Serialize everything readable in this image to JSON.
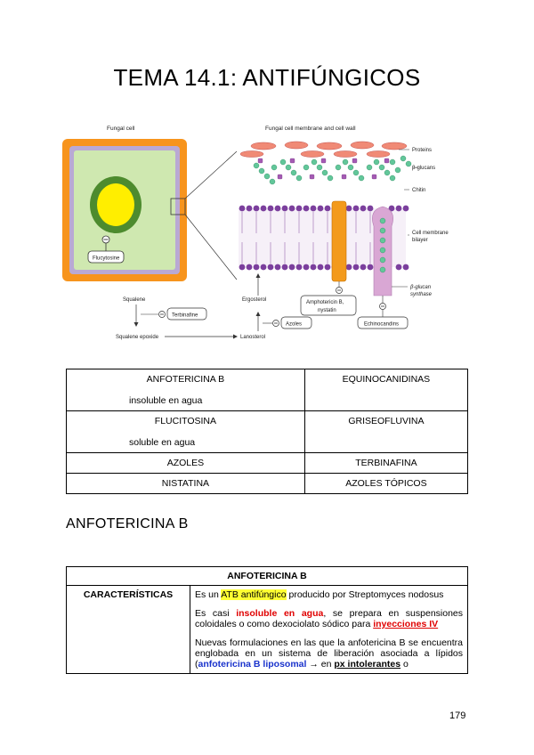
{
  "title": "TEMA 14.1: ANTIFÚNGICOS",
  "figure": {
    "label_fungal_cell": "Fungal cell",
    "label_membrane_wall": "Fungal cell membrane and cell wall",
    "label_proteins": "Proteins",
    "label_beta_glucans": "β-glucans",
    "label_chitin": "Chitin",
    "label_membrane_line1": "Cell membrane",
    "label_membrane_line2": "bilayer",
    "label_synthase_line1": "β-glucan",
    "label_synthase_line2": "synthase",
    "label_flucytosine": "Flucytosine",
    "label_squalene": "Squalene",
    "label_terbinafine": "Terbinafine",
    "label_squalene_epoxide": "Squalene epoxide",
    "label_lanosterol": "Lanosterol",
    "label_azoles": "Azoles",
    "label_ergosterol": "Ergosterol",
    "label_amphotericin_line1": "Amphotericin B,",
    "label_amphotericin_line2": "nystatin",
    "label_echinocandins": "Echinocandins",
    "colors": {
      "cell_wall": "#f7941d",
      "cytoplasm": "#cfe8b0",
      "nucleus_ring": "#4d8b2e",
      "nucleus_core": "#ffee00",
      "membrane_head": "#7b3f9d",
      "glucan": "#62c79a",
      "protein": "#f08a76",
      "channel": "#f39a1c",
      "synthase": "#d9a7d4"
    }
  },
  "drug_table": {
    "rows": [
      [
        {
          "name": "ANFOTERICINA B",
          "note": "insoluble en agua"
        },
        {
          "name": "EQUINOCANIDINAS",
          "note": ""
        }
      ],
      [
        {
          "name": "FLUCITOSINA",
          "note": "soluble en agua"
        },
        {
          "name": "GRISEOFLUVINA",
          "note": ""
        }
      ],
      [
        {
          "name": "AZOLES",
          "note": ""
        },
        {
          "name": "TERBINAFINA",
          "note": ""
        }
      ],
      [
        {
          "name": "NISTATINA",
          "note": ""
        },
        {
          "name": "AZOLES TÓPICOS",
          "note": ""
        }
      ]
    ]
  },
  "section_heading": "ANFOTERICINA B",
  "amph_table": {
    "header": "ANFOTERICINA B",
    "label": "CARACTERÍSTICAS",
    "p1": {
      "a": "Es un ",
      "hl": "ATB antifúngico",
      "b": " producido por Streptomyces nodosus"
    },
    "p2": {
      "a": "Es casi ",
      "red": "insoluble en agua",
      "b": ", se prepara en suspensiones coloidales o como dexociolato sódico para ",
      "redu": "inyecciones IV"
    },
    "p3": {
      "a": "Nuevas formulaciones en las que la anfotericina B se encuentra englobada en un sistema de liberación asociada a lípidos (",
      "blue": "anfotericina B liposomal",
      "b": " → en ",
      "bu": "px intolerantes",
      "c": " o"
    }
  },
  "page_number": "179"
}
